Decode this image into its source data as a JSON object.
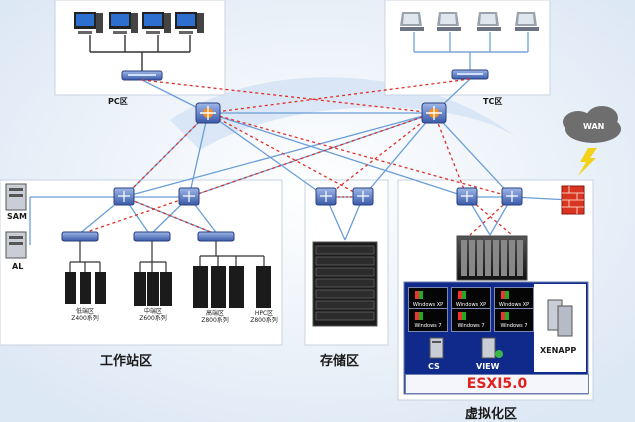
{
  "zones": {
    "pc": "PC区",
    "tc": "TC区",
    "workstation": "工作站区",
    "storage": "存储区",
    "virtual": "虚拟化区"
  },
  "servers": {
    "sam": "SAM",
    "al": "AL"
  },
  "cloud": "WAN",
  "workstation_groups": [
    {
      "name": "低端区",
      "series": "Z400系列"
    },
    {
      "name": "中端区",
      "series": "Z600系列"
    },
    {
      "name": "高端区",
      "series": "Z800系列"
    },
    {
      "name": "HPC区",
      "series": "Z800系列"
    }
  ],
  "virtual": {
    "platform": "ESXI5.0",
    "desktops": [
      "Windows XP",
      "Windows XP",
      "Windows XP",
      "Windows 7",
      "Windows 7",
      "Windows 7"
    ],
    "cs": "CS",
    "view": "VIEW",
    "xenapp": "XENAPP"
  },
  "colors": {
    "link": "#6a9ed8",
    "redundant": "#e0302a",
    "esx_text": "#e0221e"
  }
}
